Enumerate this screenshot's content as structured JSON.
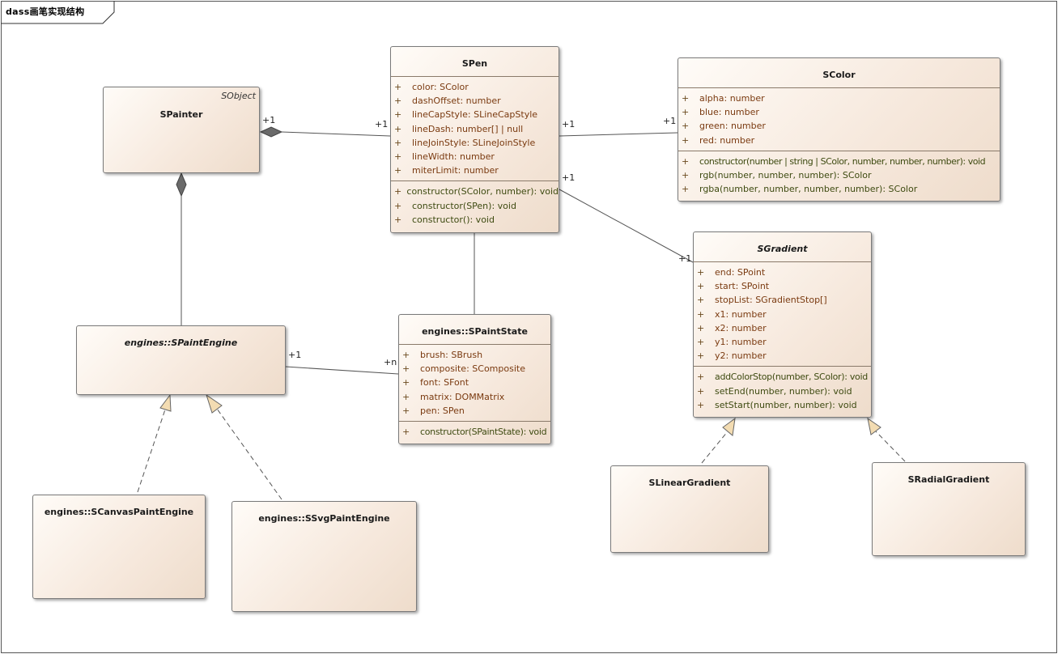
{
  "diagram": {
    "title": "dass画笔实现结构"
  },
  "classes": {
    "spainter": {
      "name": "SPainter",
      "stereotype": "SObject"
    },
    "spen": {
      "name": "SPen",
      "attributes": [
        {
          "vis": "+",
          "text": "color: SColor"
        },
        {
          "vis": "+",
          "text": "dashOffset: number"
        },
        {
          "vis": "+",
          "text": "lineCapStyle: SLineCapStyle"
        },
        {
          "vis": "+",
          "text": "lineDash: number[] | null"
        },
        {
          "vis": "+",
          "text": "lineJoinStyle: SLineJoinStyle"
        },
        {
          "vis": "+",
          "text": "lineWidth: number"
        },
        {
          "vis": "+",
          "text": "miterLimit: number"
        }
      ],
      "operations": [
        {
          "vis": "+",
          "text": "constructor(SColor, number): void"
        },
        {
          "vis": "+",
          "text": "constructor(SPen): void"
        },
        {
          "vis": "+",
          "text": "constructor(): void"
        }
      ]
    },
    "scolor": {
      "name": "SColor",
      "attributes": [
        {
          "vis": "+",
          "text": "alpha: number"
        },
        {
          "vis": "+",
          "text": "blue: number"
        },
        {
          "vis": "+",
          "text": "green: number"
        },
        {
          "vis": "+",
          "text": "red: number"
        }
      ],
      "operations": [
        {
          "vis": "+",
          "text": "constructor(number | string | SColor, number, number, number): void"
        },
        {
          "vis": "+",
          "text": "rgb(number, number, number): SColor"
        },
        {
          "vis": "+",
          "text": "rgba(number, number, number, number): SColor"
        }
      ]
    },
    "sgradient": {
      "name": "SGradient",
      "attributes": [
        {
          "vis": "+",
          "text": "end: SPoint"
        },
        {
          "vis": "+",
          "text": "start: SPoint"
        },
        {
          "vis": "+",
          "text": "stopList: SGradientStop[]"
        },
        {
          "vis": "+",
          "text": "x1: number"
        },
        {
          "vis": "+",
          "text": "x2: number"
        },
        {
          "vis": "+",
          "text": "y1: number"
        },
        {
          "vis": "+",
          "text": "y2: number"
        }
      ],
      "operations": [
        {
          "vis": "+",
          "text": "addColorStop(number, SColor): void"
        },
        {
          "vis": "+",
          "text": "setEnd(number, number): void"
        },
        {
          "vis": "+",
          "text": "setStart(number, number): void"
        }
      ]
    },
    "spaintengine": {
      "name": "engines::SPaintEngine"
    },
    "spaintstate": {
      "name": "engines::SPaintState",
      "attributes": [
        {
          "vis": "+",
          "text": "brush: SBrush"
        },
        {
          "vis": "+",
          "text": "composite: SComposite"
        },
        {
          "vis": "+",
          "text": "font: SFont"
        },
        {
          "vis": "+",
          "text": "matrix: DOMMatrix"
        },
        {
          "vis": "+",
          "text": "pen: SPen"
        }
      ],
      "operations": [
        {
          "vis": "+",
          "text": "constructor(SPaintState): void"
        }
      ]
    },
    "scanvaspaintengine": {
      "name": "engines::SCanvasPaintEngine"
    },
    "ssvgpaintengine": {
      "name": "engines::SSvgPaintEngine"
    },
    "slineargradient": {
      "name": "SLinearGradient"
    },
    "sradialgradient": {
      "name": "SRadialGradient"
    }
  },
  "multiplicities": {
    "painter_pen_painter": "+1",
    "painter_pen_pen": "+1",
    "pen_color_pen": "+1",
    "pen_color_color": "+1",
    "pen_gradient_pen": "+1",
    "pen_gradient_gradient": "+1",
    "engine_state_engine": "+1",
    "engine_state_state": "+n"
  },
  "colors": {
    "box_fill_light": "#fffcf8",
    "box_fill_dark": "#eedccb",
    "attribute_text": "#7a3a10",
    "operation_text": "#3d4a10",
    "realization_arrow_fill": "#f3dcb2"
  }
}
